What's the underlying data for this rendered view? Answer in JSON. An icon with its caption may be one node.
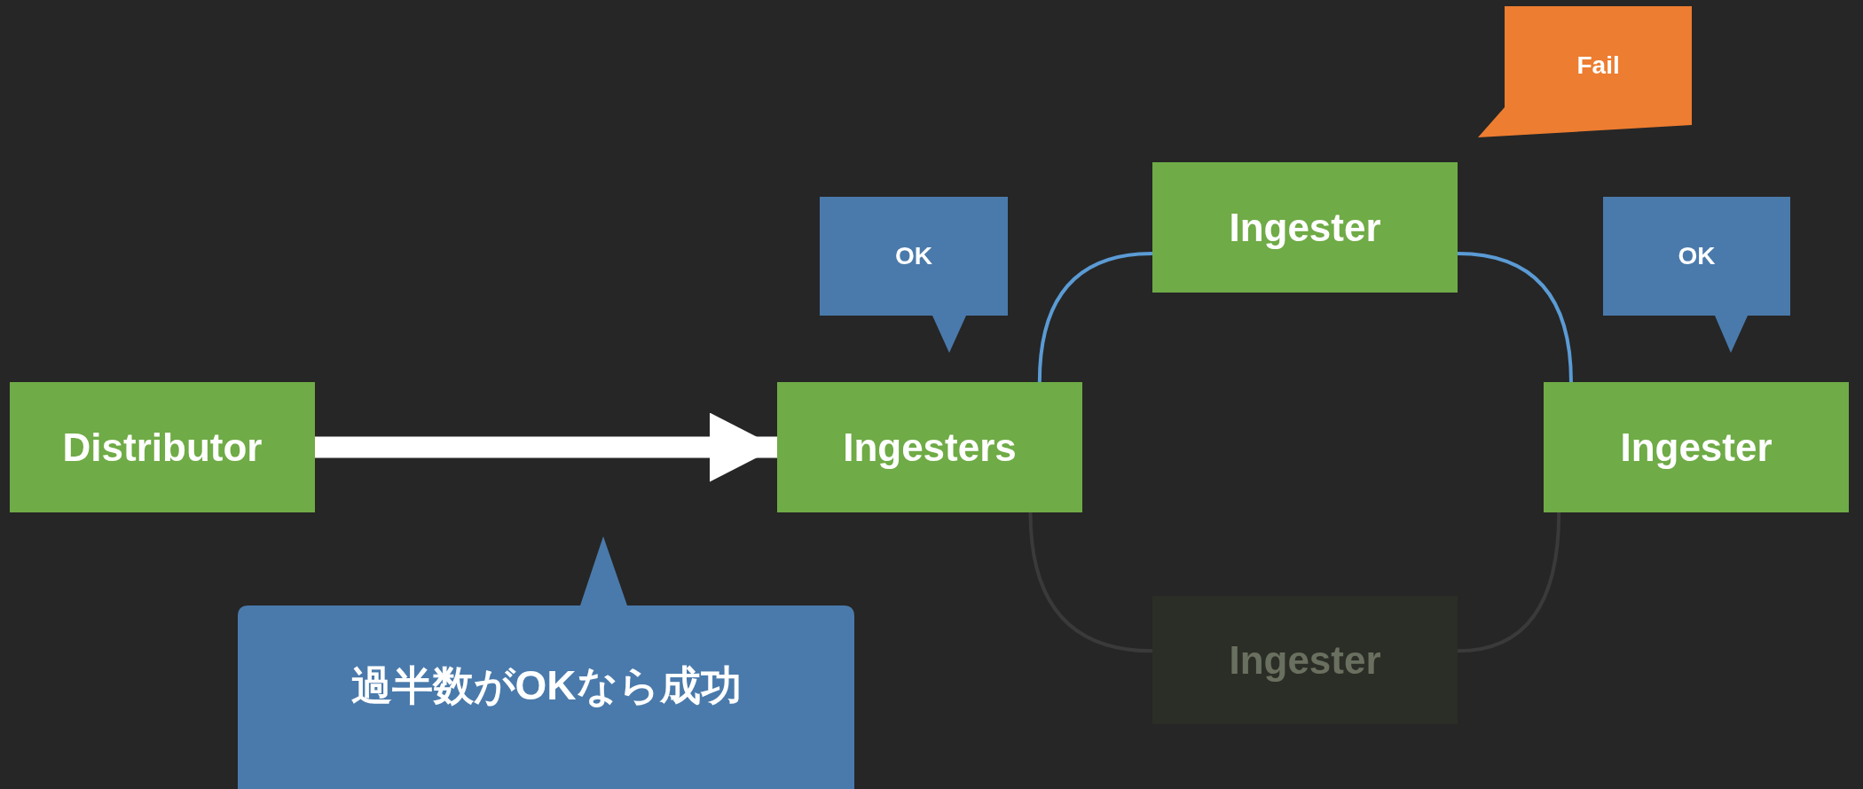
{
  "diagram": {
    "nodes": [
      {
        "text": [
          "Fail"
        ]
      },
      {
        "text": [
          "OK"
        ]
      },
      {
        "text": [
          "Ingester"
        ]
      },
      {
        "text": [
          "OK"
        ]
      },
      {
        "text": [
          "Distributor"
        ]
      },
      {
        "text": [
          "Ingesters"
        ]
      },
      {
        "text": [
          "Ingester"
        ]
      },
      {
        "text": [
          "Ingester"
        ]
      },
      {
        "text": [
          "過半数がOKなら成功"
        ]
      }
    ],
    "edges": [
      {
        "from": 4,
        "to": 5,
        "arrow": "to",
        "style": "thick",
        "color": "#ffffff"
      },
      {
        "from": 5,
        "to": 2,
        "arrow": "none"
      },
      {
        "from": 2,
        "to": 6,
        "arrow": "none"
      },
      {
        "from": 5,
        "to": 7,
        "arrow": "none",
        "color": "#3a3a3a"
      },
      {
        "from": 7,
        "to": 6,
        "arrow": "none",
        "color": "#3a3a3a"
      }
    ]
  }
}
